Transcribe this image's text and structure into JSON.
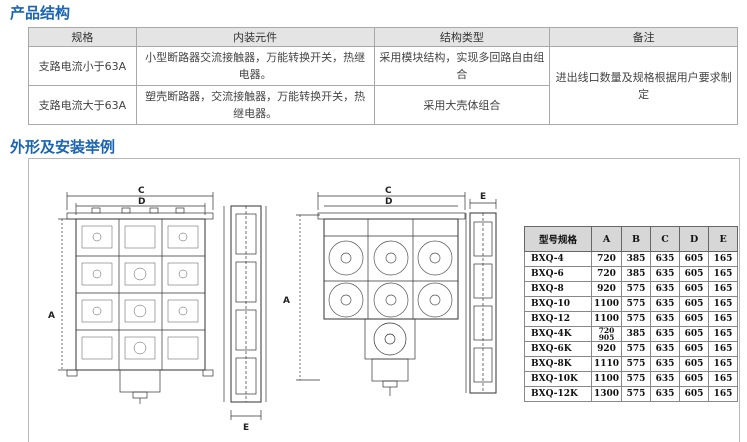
{
  "headings": {
    "structure": "产品结构",
    "installation": "外形及安装举例"
  },
  "spec_table": {
    "headers": [
      "规格",
      "内装元件",
      "结构类型",
      "备注"
    ],
    "rows": [
      {
        "spec": "支路电流小于63A",
        "components": "小型断路器交流接触器，万能转换开关，热继电器。",
        "structure": "采用模块结构，实现多回路自由组合"
      },
      {
        "spec": "支路电流大于63A",
        "components": "塑壳断路器，交流接触器，万能转换开关，热继电器。",
        "structure": "采用大壳体组合"
      }
    ],
    "remark": "进出线口数量及规格根据用户要求制定"
  },
  "drawing_labels": {
    "c": "C",
    "d": "D",
    "a": "A",
    "e": "E"
  },
  "dimension_table": {
    "headers": [
      "型号规格",
      "A",
      "B",
      "C",
      "D",
      "E"
    ],
    "rows": [
      [
        "BXQ-4",
        "720",
        "385",
        "635",
        "605",
        "165"
      ],
      [
        "BXQ-6",
        "720",
        "385",
        "635",
        "605",
        "165"
      ],
      [
        "BXQ-8",
        "920",
        "575",
        "635",
        "605",
        "165"
      ],
      [
        "BXQ-10",
        "1100",
        "575",
        "635",
        "605",
        "165"
      ],
      [
        "BXQ-12",
        "1100",
        "575",
        "635",
        "605",
        "165"
      ],
      [
        "BXQ-4K",
        "720 905",
        "385",
        "635",
        "605",
        "165"
      ],
      [
        "BXQ-6K",
        "920",
        "575",
        "635",
        "605",
        "165"
      ],
      [
        "BXQ-8K",
        "1110",
        "575",
        "635",
        "605",
        "165"
      ],
      [
        "BXQ-10K",
        "1100",
        "575",
        "635",
        "605",
        "165"
      ],
      [
        "BXQ-12K",
        "1300",
        "575",
        "635",
        "605",
        "165"
      ]
    ]
  }
}
